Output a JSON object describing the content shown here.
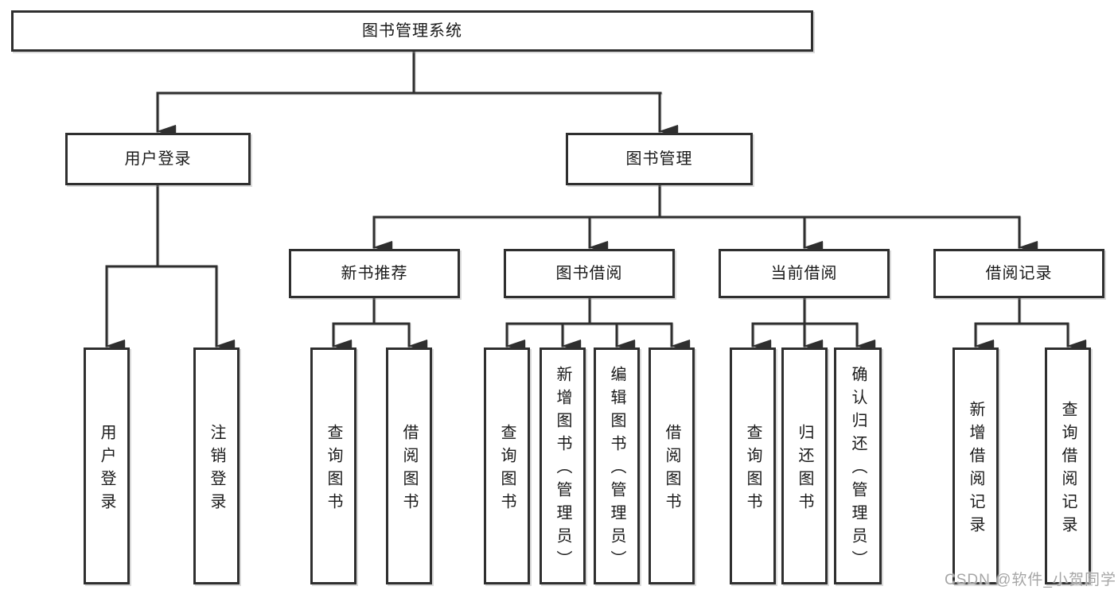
{
  "colors": {
    "line": "#2f2f2f",
    "text": "#1a1a1a",
    "box_background": "#ffffff",
    "watermark": "#a6a6a6"
  },
  "watermark": "CSDN @软件_小贺同学",
  "tree": {
    "label": "图书管理系统",
    "children": [
      {
        "label": "用户登录",
        "children": [
          {
            "label": "用户登录"
          },
          {
            "label": "注销登录"
          }
        ]
      },
      {
        "label": "图书管理",
        "children": [
          {
            "label": "新书推荐",
            "children": [
              {
                "label": "查询图书"
              },
              {
                "label": "借阅图书"
              }
            ]
          },
          {
            "label": "图书借阅",
            "children": [
              {
                "label": "查询图书"
              },
              {
                "label": "新增图书（管理员）"
              },
              {
                "label": "编辑图书（管理员）"
              },
              {
                "label": "借阅图书"
              }
            ]
          },
          {
            "label": "当前借阅",
            "children": [
              {
                "label": "查询图书"
              },
              {
                "label": "归还图书"
              },
              {
                "label": "确认归还（管理员）"
              }
            ]
          },
          {
            "label": "借阅记录",
            "children": [
              {
                "label": "新增借阅记录"
              },
              {
                "label": "查询借阅记录"
              }
            ]
          }
        ]
      }
    ]
  }
}
